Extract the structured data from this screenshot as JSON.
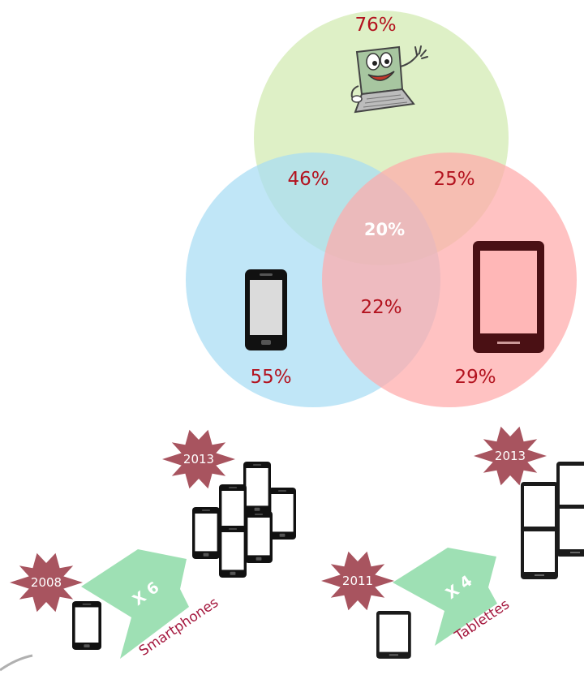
{
  "venn": {
    "laptop_only": "76%",
    "phone_only": "55%",
    "tablet_only": "29%",
    "laptop_phone": "46%",
    "laptop_tablet": "25%",
    "phone_tablet": "22%",
    "all_three": "20%",
    "colors": {
      "laptop_circle": "#d6ecb8",
      "phone_circle": "#a8dcf4",
      "tablet_circle": "#ffaaaa",
      "percent_text": "#b3131f"
    },
    "icons": [
      "laptop-mascot-icon",
      "smartphone-icon",
      "tablet-icon"
    ]
  },
  "smartphones": {
    "start_year": "2008",
    "end_year": "2013",
    "growth": "X 6",
    "caption": "Smartphones"
  },
  "tablets": {
    "start_year": "2011",
    "end_year": "2013",
    "growth": "X 4",
    "caption": "Tablettes"
  },
  "colors": {
    "badge": "#a8545f",
    "arrow": "#9ee0b4"
  }
}
